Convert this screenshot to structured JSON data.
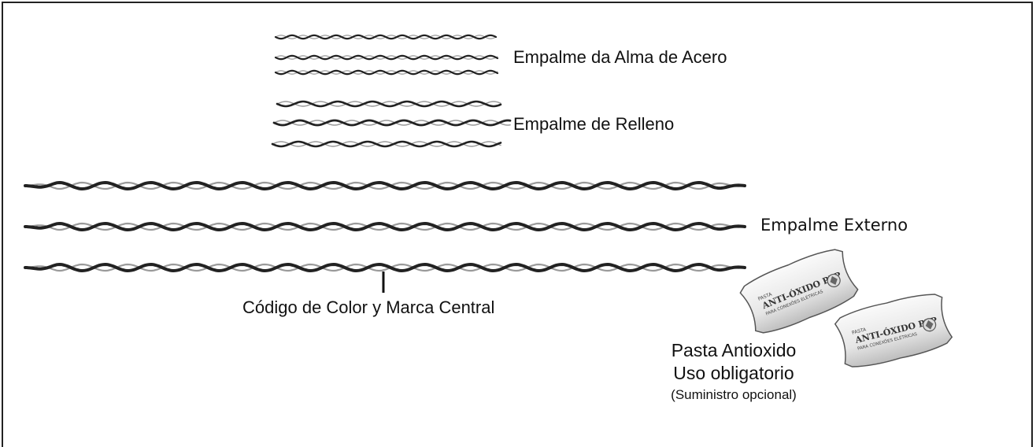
{
  "labels": {
    "alma": "Empalme da Alma de Acero",
    "relleno": "Empalme de Relleno",
    "externo": "Empalme Externo",
    "codigo": "Código de Color y Marca Central",
    "pasta": "Pasta Antioxido",
    "uso": "Uso obligatorio",
    "suministro": "(Suministro opcional)"
  },
  "pack": {
    "top_text": "PASTA",
    "brand": "ANTI-ÓXIDO PLP",
    "subtitle": "PARA CONEXÕES ELÉTRICAS"
  },
  "colors": {
    "wire_dark": "#222222",
    "wire_light": "#9a9a9a",
    "pack_fill": "#efefef",
    "border": "#222222"
  }
}
